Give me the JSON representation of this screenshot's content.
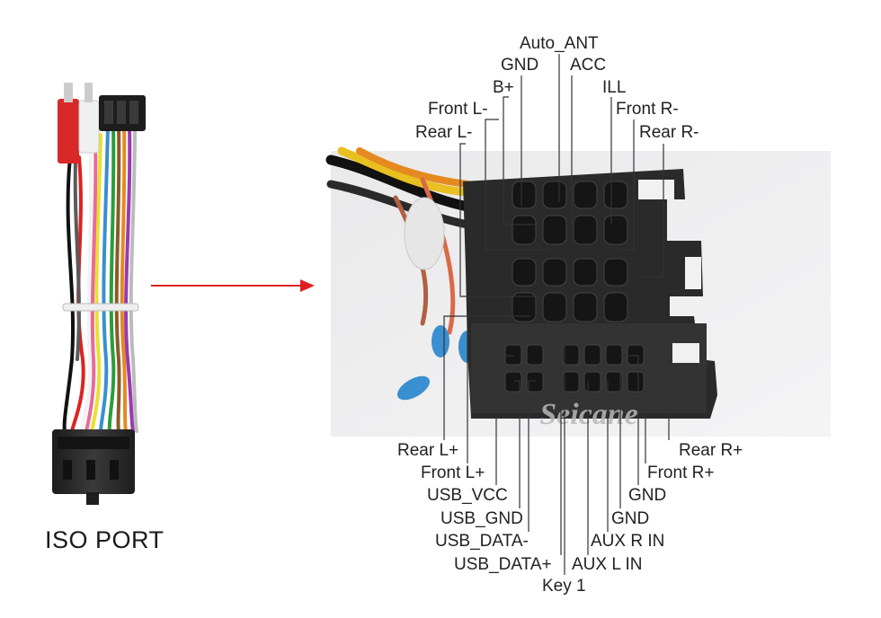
{
  "caption": "ISO PORT",
  "watermark": "Seicane",
  "colors": {
    "arrow": "#e02020",
    "leader": "#333333",
    "connector": "#2a2a2a",
    "cable_blue": "#3a8fd0"
  },
  "top_pins": {
    "auto_ant": "Auto_ANT",
    "gnd": "GND",
    "acc": "ACC",
    "b_plus": "B+",
    "ill": "ILL",
    "front_l_minus": "Front L-",
    "front_r_minus": "Front R-",
    "rear_l_minus": "Rear L-",
    "rear_r_minus": "Rear R-"
  },
  "bottom_pins": {
    "rear_l_plus": "Rear L+",
    "rear_r_plus": "Rear R+",
    "front_l_plus": "Front L+",
    "front_r_plus": "Front R+",
    "usb_vcc": "USB_VCC",
    "gnd_1": "GND",
    "usb_gnd": "USB_GND",
    "gnd_2": "GND",
    "usb_data_minus": "USB_DATA-",
    "aux_r_in": "AUX R IN",
    "usb_data_plus": "USB_DATA+",
    "aux_l_in": "AUX L IN",
    "key_1": "Key 1"
  }
}
